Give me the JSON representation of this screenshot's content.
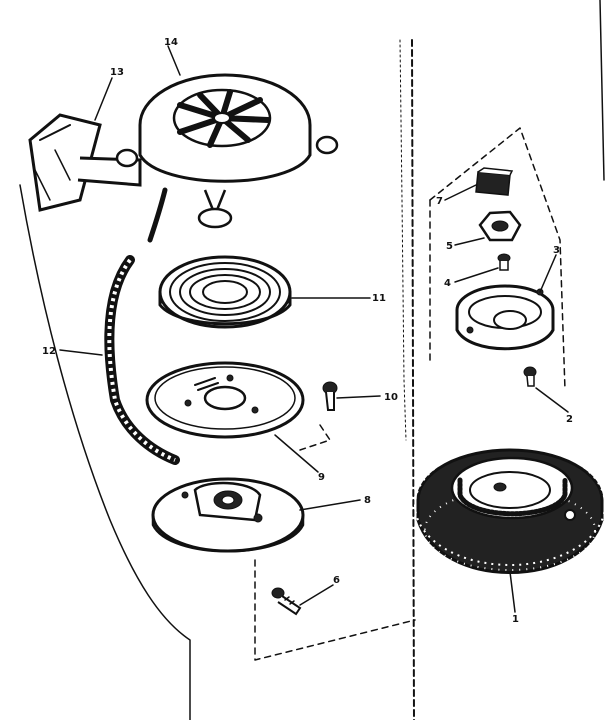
{
  "parts": [
    {
      "id": "starter-pulley-cup",
      "number": "1"
    },
    {
      "id": "screw-2",
      "number": "2"
    },
    {
      "id": "starter-cup-3",
      "number": "3"
    },
    {
      "id": "screw-4",
      "number": "4"
    },
    {
      "id": "retainer-5",
      "number": "5"
    },
    {
      "id": "screw-6",
      "number": "6"
    },
    {
      "id": "screen-7",
      "number": "7"
    },
    {
      "id": "pulley-8",
      "number": "8"
    },
    {
      "id": "spring-plate-9",
      "number": "9"
    },
    {
      "id": "pawl-10",
      "number": "10"
    },
    {
      "id": "rewind-spring-11",
      "number": "11"
    },
    {
      "id": "starter-rope-12",
      "number": "12"
    },
    {
      "id": "handle-13",
      "number": "13"
    },
    {
      "id": "housing-14",
      "number": "14"
    }
  ],
  "colors": {
    "ink": "#111111",
    "paper": "#ffffff"
  }
}
